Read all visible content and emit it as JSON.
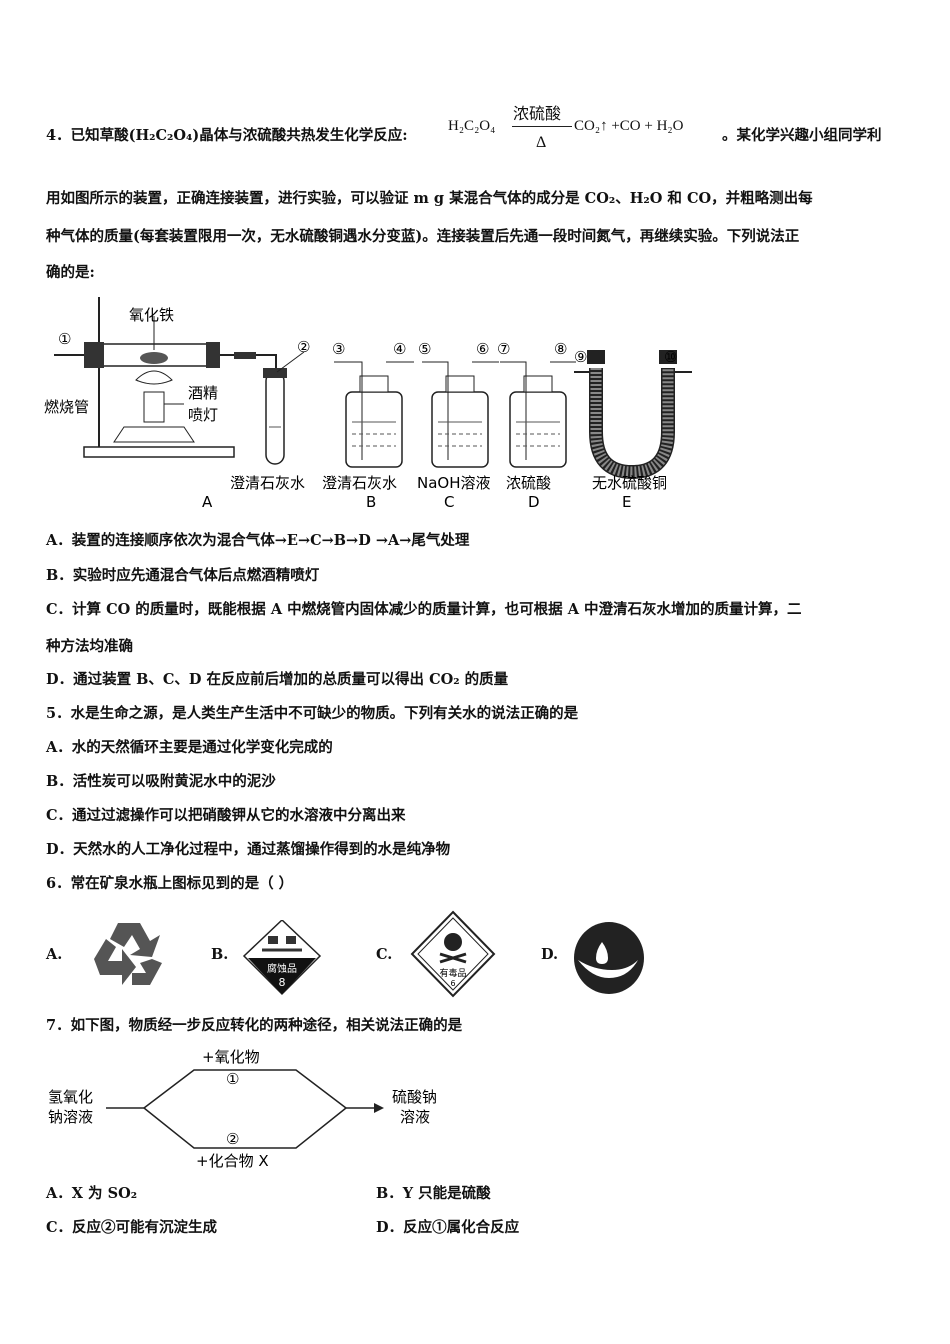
{
  "q4": {
    "stem_a": "4．已知草酸(H₂C₂O₄)晶体与浓硫酸共热发生化学反应:",
    "equation_reactant": "H₂C₂O₄",
    "equation_condition_top": "浓硫酸",
    "equation_condition_bottom": "Δ",
    "equation_products": "CO₂↑ +CO + H₂O",
    "stem_b": "。某化学兴趣小组同学利",
    "line2": "用如图所示的装置，正确连接装置，进行实验，可以验证 m g 某混合气体的成分是 CO₂、H₂O 和 CO，并粗略测出每",
    "line3": "种气体的质量(每套装置限用一次，无水硫酸铜遇水分变蓝)。连接装置后先通一段时间氮气，再继续实验。下列说法正",
    "line4": "确的是:",
    "figure": {
      "label_iron_oxide": "氧化铁",
      "label_lamp": "酒精",
      "label_lamp2": "喷灯",
      "label_tube": "燃烧管",
      "ports": [
        "①",
        "②",
        "③",
        "④",
        "⑤",
        "⑥",
        "⑦",
        "⑧",
        "⑨",
        "⑩"
      ],
      "liquid_labels": [
        "澄清石灰水",
        "澄清石灰水",
        "NaOH溶液",
        "浓硫酸",
        "无水硫酸铜"
      ],
      "device_letters": [
        "A",
        "B",
        "C",
        "D",
        "E"
      ]
    },
    "options": [
      "A．装置的连接顺序依次为混合气体→E→C→B→D →A→尾气处理",
      "B．实验时应先通混合气体后点燃酒精喷灯",
      "C．计算 CO 的质量时，既能根据 A 中燃烧管内固体减少的质量计算，也可根据 A 中澄清石灰水增加的质量计算，二",
      "种方法均准确",
      "D．通过装置 B、C、D 在反应前后增加的总质量可以得出 CO₂ 的质量"
    ]
  },
  "q5": {
    "stem": "5．水是生命之源，是人类生产生活中不可缺少的物质。下列有关水的说法正确的是",
    "options": [
      "A．水的天然循环主要是通过化学变化完成的",
      "B．活性炭可以吸附黄泥水中的泥沙",
      "C．通过过滤操作可以把硝酸钾从它的水溶液中分离出来",
      "D．天然水的人工净化过程中，通过蒸馏操作得到的水是纯净物"
    ]
  },
  "q6": {
    "stem": "6．常在矿泉水瓶上图标见到的是（     ）",
    "option_letters": [
      "A.",
      "B.",
      "C.",
      "D."
    ],
    "icon_b_text": "腐蚀品",
    "icon_b_num": "8",
    "icon_c_text": "有毒品",
    "icon_c_num": "6"
  },
  "q7": {
    "stem": "7．如下图，物质经一步反应转化的两种途径，相关说法正确的是",
    "diagram": {
      "start_1": "氢氧化",
      "start_2": "钠溶液",
      "end_1": "硫酸钠",
      "end_2": "溶液",
      "top_label": "+氧化物",
      "top_num": "①",
      "bottom_num": "②",
      "bottom_label": "+化合物 X"
    },
    "options": [
      "A．X 为 SO₂",
      "B．Y 只能是硫酸",
      "C．反应②可能有沉淀生成",
      "D．反应①属化合反应"
    ]
  }
}
